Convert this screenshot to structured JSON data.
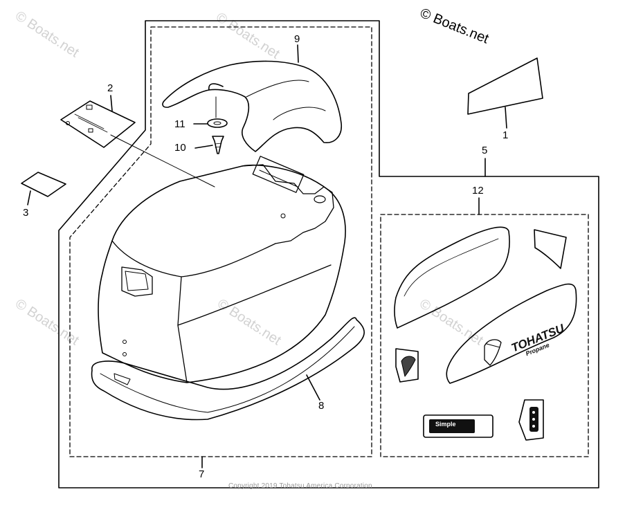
{
  "watermark": {
    "brand": "© Boats.net",
    "repeat": "© Boats.net"
  },
  "copyright": "Copyright 2019 Tohatsu America Corporation",
  "decal": {
    "brand": "TOHATSU",
    "model": "Propane",
    "tag": "Simple"
  },
  "callouts": {
    "p1": "1",
    "p2": "2",
    "p3": "3",
    "p5": "5",
    "p7": "7",
    "p8": "8",
    "p9": "9",
    "p10": "10",
    "p11": "11",
    "p12": "12"
  }
}
